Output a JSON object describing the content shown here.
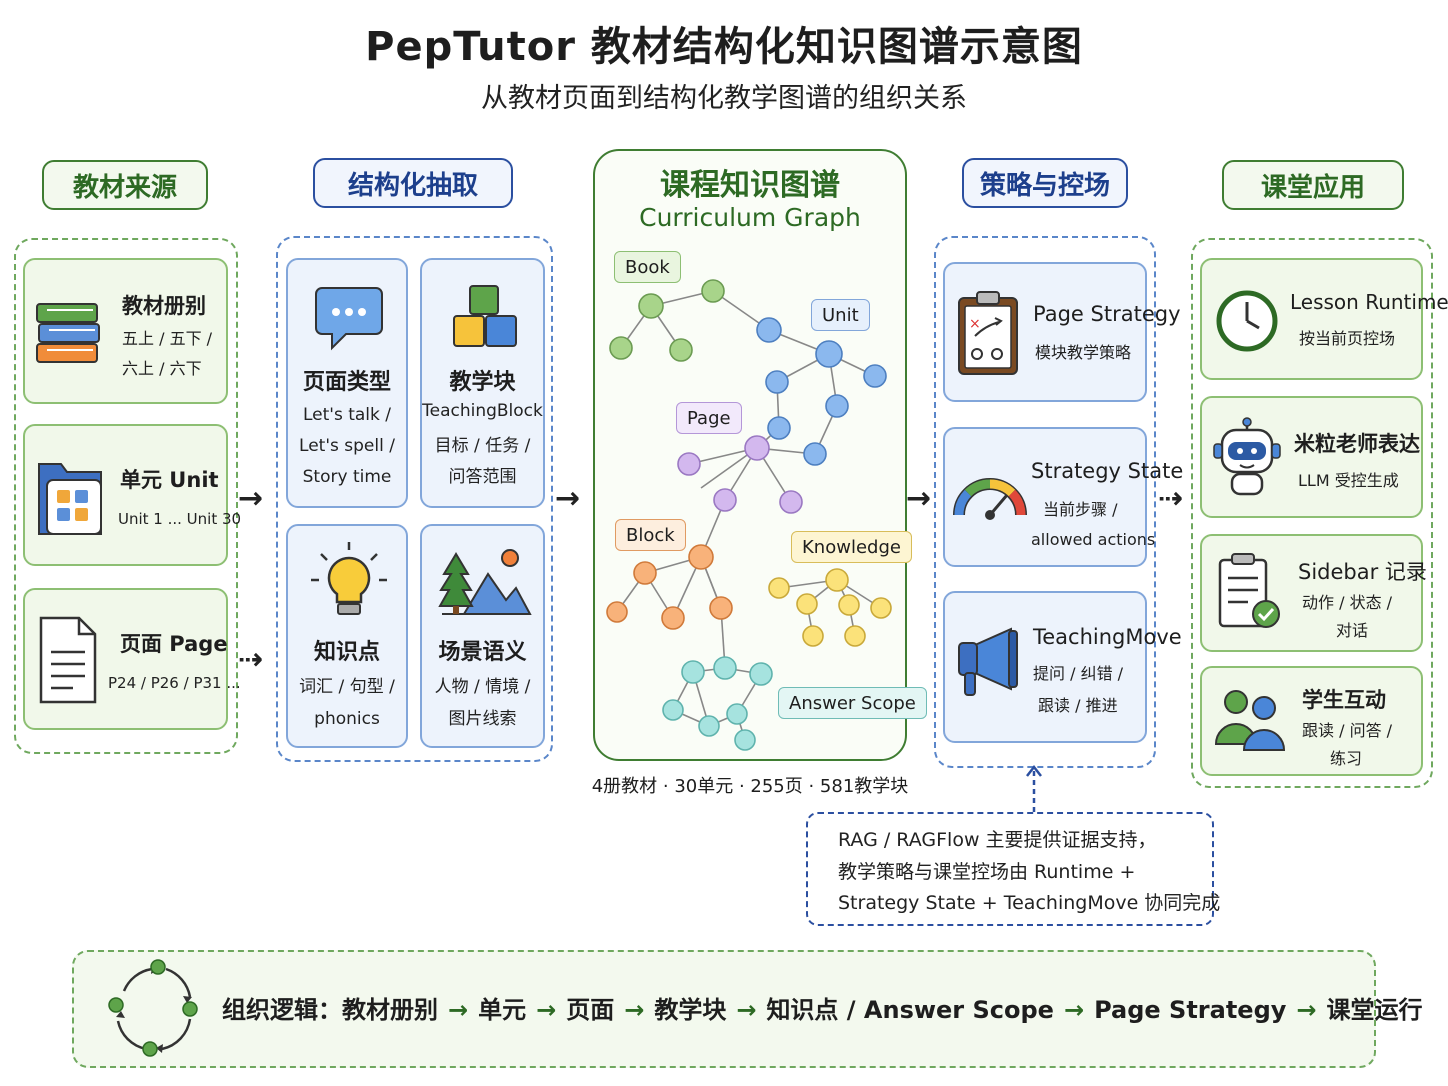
{
  "header": {
    "title": "PepTutor 教材结构化知识图谱示意图",
    "subtitle": "从教材页面到结构化教学图谱的组织关系"
  },
  "columns": {
    "source": {
      "label": "教材来源",
      "cards": [
        {
          "title": "教材册别",
          "lines": [
            "五上 / 五下 /",
            "六上 / 六下"
          ],
          "icon": "books-icon"
        },
        {
          "title": "单元 Unit",
          "lines": [
            "Unit 1 ... Unit 30"
          ],
          "icon": "folder-icon"
        },
        {
          "title": "页面 Page",
          "lines": [
            "P24 / P26 / P31 ..."
          ],
          "icon": "document-icon"
        }
      ]
    },
    "extract": {
      "label": "结构化抽取",
      "cards": [
        {
          "title": "页面类型",
          "lines": [
            "Let's talk /",
            "Let's spell /",
            "Story time"
          ],
          "icon": "chat-bubble-icon"
        },
        {
          "title": "教学块",
          "lines": [
            "TeachingBlock",
            "目标 / 任务 /",
            "问答范围"
          ],
          "icon": "blocks-icon"
        },
        {
          "title": "知识点",
          "lines": [
            "词汇 / 句型 /",
            "phonics"
          ],
          "icon": "lightbulb-icon"
        },
        {
          "title": "场景语义",
          "lines": [
            "人物 / 情境 /",
            "图片线索"
          ],
          "icon": "landscape-icon"
        }
      ]
    },
    "graph": {
      "title": "课程知识图谱",
      "subtitle": "Curriculum Graph",
      "labels": {
        "book": "Book",
        "unit": "Unit",
        "page": "Page",
        "block": "Block",
        "knowledge": "Knowledge",
        "answer_scope": "Answer Scope"
      },
      "stats": "4册教材 · 30单元 · 255页 · 581教学块"
    },
    "strategy": {
      "label": "策略与控场",
      "cards": [
        {
          "title": "Page Strategy",
          "lines": [
            "模块教学策略"
          ],
          "icon": "clipboard-play-icon"
        },
        {
          "title": "Strategy State",
          "lines": [
            "当前步骤 /",
            "allowed actions"
          ],
          "icon": "gauge-icon"
        },
        {
          "title": "TeachingMove",
          "lines": [
            "提问 / 纠错 /",
            "跟读 / 推进"
          ],
          "icon": "megaphone-icon"
        }
      ]
    },
    "application": {
      "label": "课堂应用",
      "cards": [
        {
          "title": "Lesson Runtime",
          "lines": [
            "按当前页控场"
          ],
          "icon": "clock-icon"
        },
        {
          "title": "米粒老师表达",
          "lines": [
            "LLM 受控生成"
          ],
          "icon": "robot-icon"
        },
        {
          "title": "Sidebar 记录",
          "lines": [
            "动作 / 状态 /",
            "对话"
          ],
          "icon": "checklist-icon"
        },
        {
          "title": "学生互动",
          "lines": [
            "跟读 / 问答 /",
            "练习"
          ],
          "icon": "people-icon"
        }
      ]
    }
  },
  "note": {
    "lines": [
      "RAG / RAGFlow 主要提供证据支持，",
      "教学策略与课堂控场由 Runtime +",
      "Strategy State + TeachingMove 协同完成"
    ]
  },
  "bottom": {
    "prefix": "组织逻辑：",
    "steps": [
      "教材册别",
      "单元",
      "页面",
      "教学块",
      "知识点 / Answer Scope",
      "Page Strategy",
      "课堂运行"
    ],
    "icon": "cycle-icon"
  },
  "colors": {
    "green": "#3f7d32",
    "blue": "#2b4fa0",
    "graph_green": "#a8d48a",
    "graph_blue": "#8bb8ee",
    "graph_purple": "#d3b8ee",
    "graph_orange": "#f8b27a",
    "graph_yellow": "#fbe27a",
    "graph_teal": "#a6e3df"
  }
}
